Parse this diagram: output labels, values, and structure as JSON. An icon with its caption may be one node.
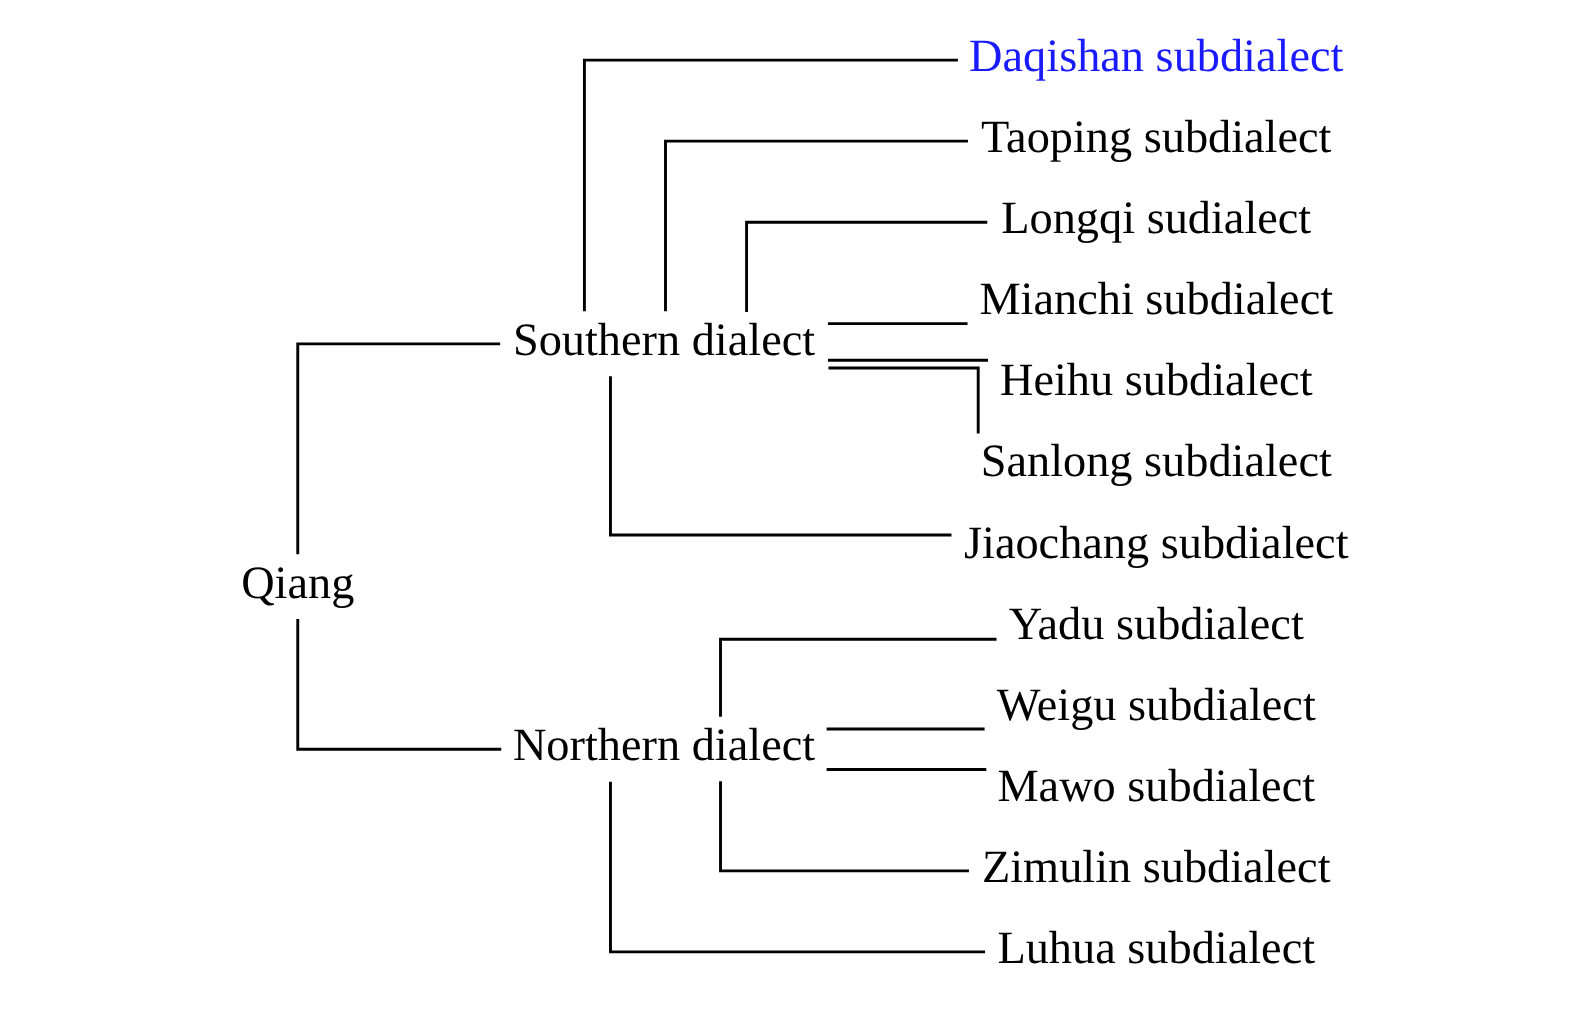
{
  "diagram": {
    "nodes": [
      {
        "text": [
          "Qiang"
        ]
      },
      {
        "text": [
          "Southern dialect"
        ]
      },
      {
        "text": [
          "Northern dialect"
        ]
      },
      {
        "text": [
          "Daqishan subdialect"
        ]
      },
      {
        "text": [
          "Taoping subdialect"
        ]
      },
      {
        "text": [
          "Longqi sudialect"
        ]
      },
      {
        "text": [
          "Mianchi subdialect"
        ]
      },
      {
        "text": [
          "Heihu subdialect"
        ]
      },
      {
        "text": [
          "Sanlong subdialect"
        ]
      },
      {
        "text": [
          "Jiaochang subdialect"
        ]
      },
      {
        "text": [
          "Yadu subdialect"
        ]
      },
      {
        "text": [
          "Weigu subdialect"
        ]
      },
      {
        "text": [
          "Mawo subdialect"
        ]
      },
      {
        "text": [
          "Zimulin subdialect"
        ]
      },
      {
        "text": [
          "Luhua subdialect"
        ]
      }
    ],
    "edges": [
      {
        "from": 0,
        "to": 1,
        "arrow": "none"
      },
      {
        "from": 0,
        "to": 2,
        "arrow": "none"
      },
      {
        "from": 1,
        "to": 3,
        "arrow": "none"
      },
      {
        "from": 1,
        "to": 4,
        "arrow": "none"
      },
      {
        "from": 1,
        "to": 5,
        "arrow": "none"
      },
      {
        "from": 1,
        "to": 6,
        "arrow": "none"
      },
      {
        "from": 1,
        "to": 7,
        "arrow": "none"
      },
      {
        "from": 1,
        "to": 8,
        "arrow": "none"
      },
      {
        "from": 1,
        "to": 9,
        "arrow": "none"
      },
      {
        "from": 2,
        "to": 10,
        "arrow": "none"
      },
      {
        "from": 2,
        "to": 11,
        "arrow": "none"
      },
      {
        "from": 2,
        "to": 12,
        "arrow": "none"
      },
      {
        "from": 2,
        "to": 13,
        "arrow": "none"
      },
      {
        "from": 2,
        "to": 14,
        "arrow": "none"
      }
    ]
  }
}
